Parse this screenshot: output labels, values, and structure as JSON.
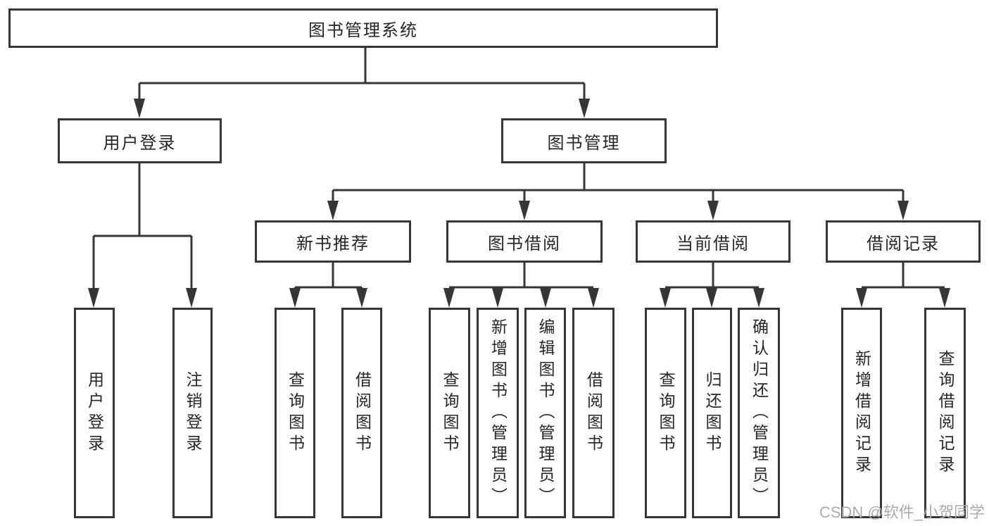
{
  "nodes": {
    "root": "图书管理系统",
    "user_login": "用户登录",
    "book_mgmt": "图书管理",
    "new_book_rec": "新书推荐",
    "book_borrow": "图书借阅",
    "current_borrow": "当前借阅",
    "borrow_record": "借阅记录",
    "uf_login": "用户登录",
    "uf_logout": "注销登录",
    "nb_query": "查询图书",
    "nb_borrow": "借阅图书",
    "bb_query": "查询图书",
    "bb_add": "新增图书（管理员）",
    "bb_edit": "编辑图书（管理员）",
    "bb_borrow": "借阅图书",
    "cb_query": "查询图书",
    "cb_return": "归还图书",
    "cb_confirm": "确认归还（管理员）",
    "br_add": "新增借阅记录",
    "br_query": "查询借阅记录"
  },
  "watermark": "CSDN @软件_小贺同学",
  "colors": {
    "border": "#363636",
    "line": "#363636",
    "text": "#262626",
    "watermark": "#ababab",
    "background": "#ffffff"
  }
}
